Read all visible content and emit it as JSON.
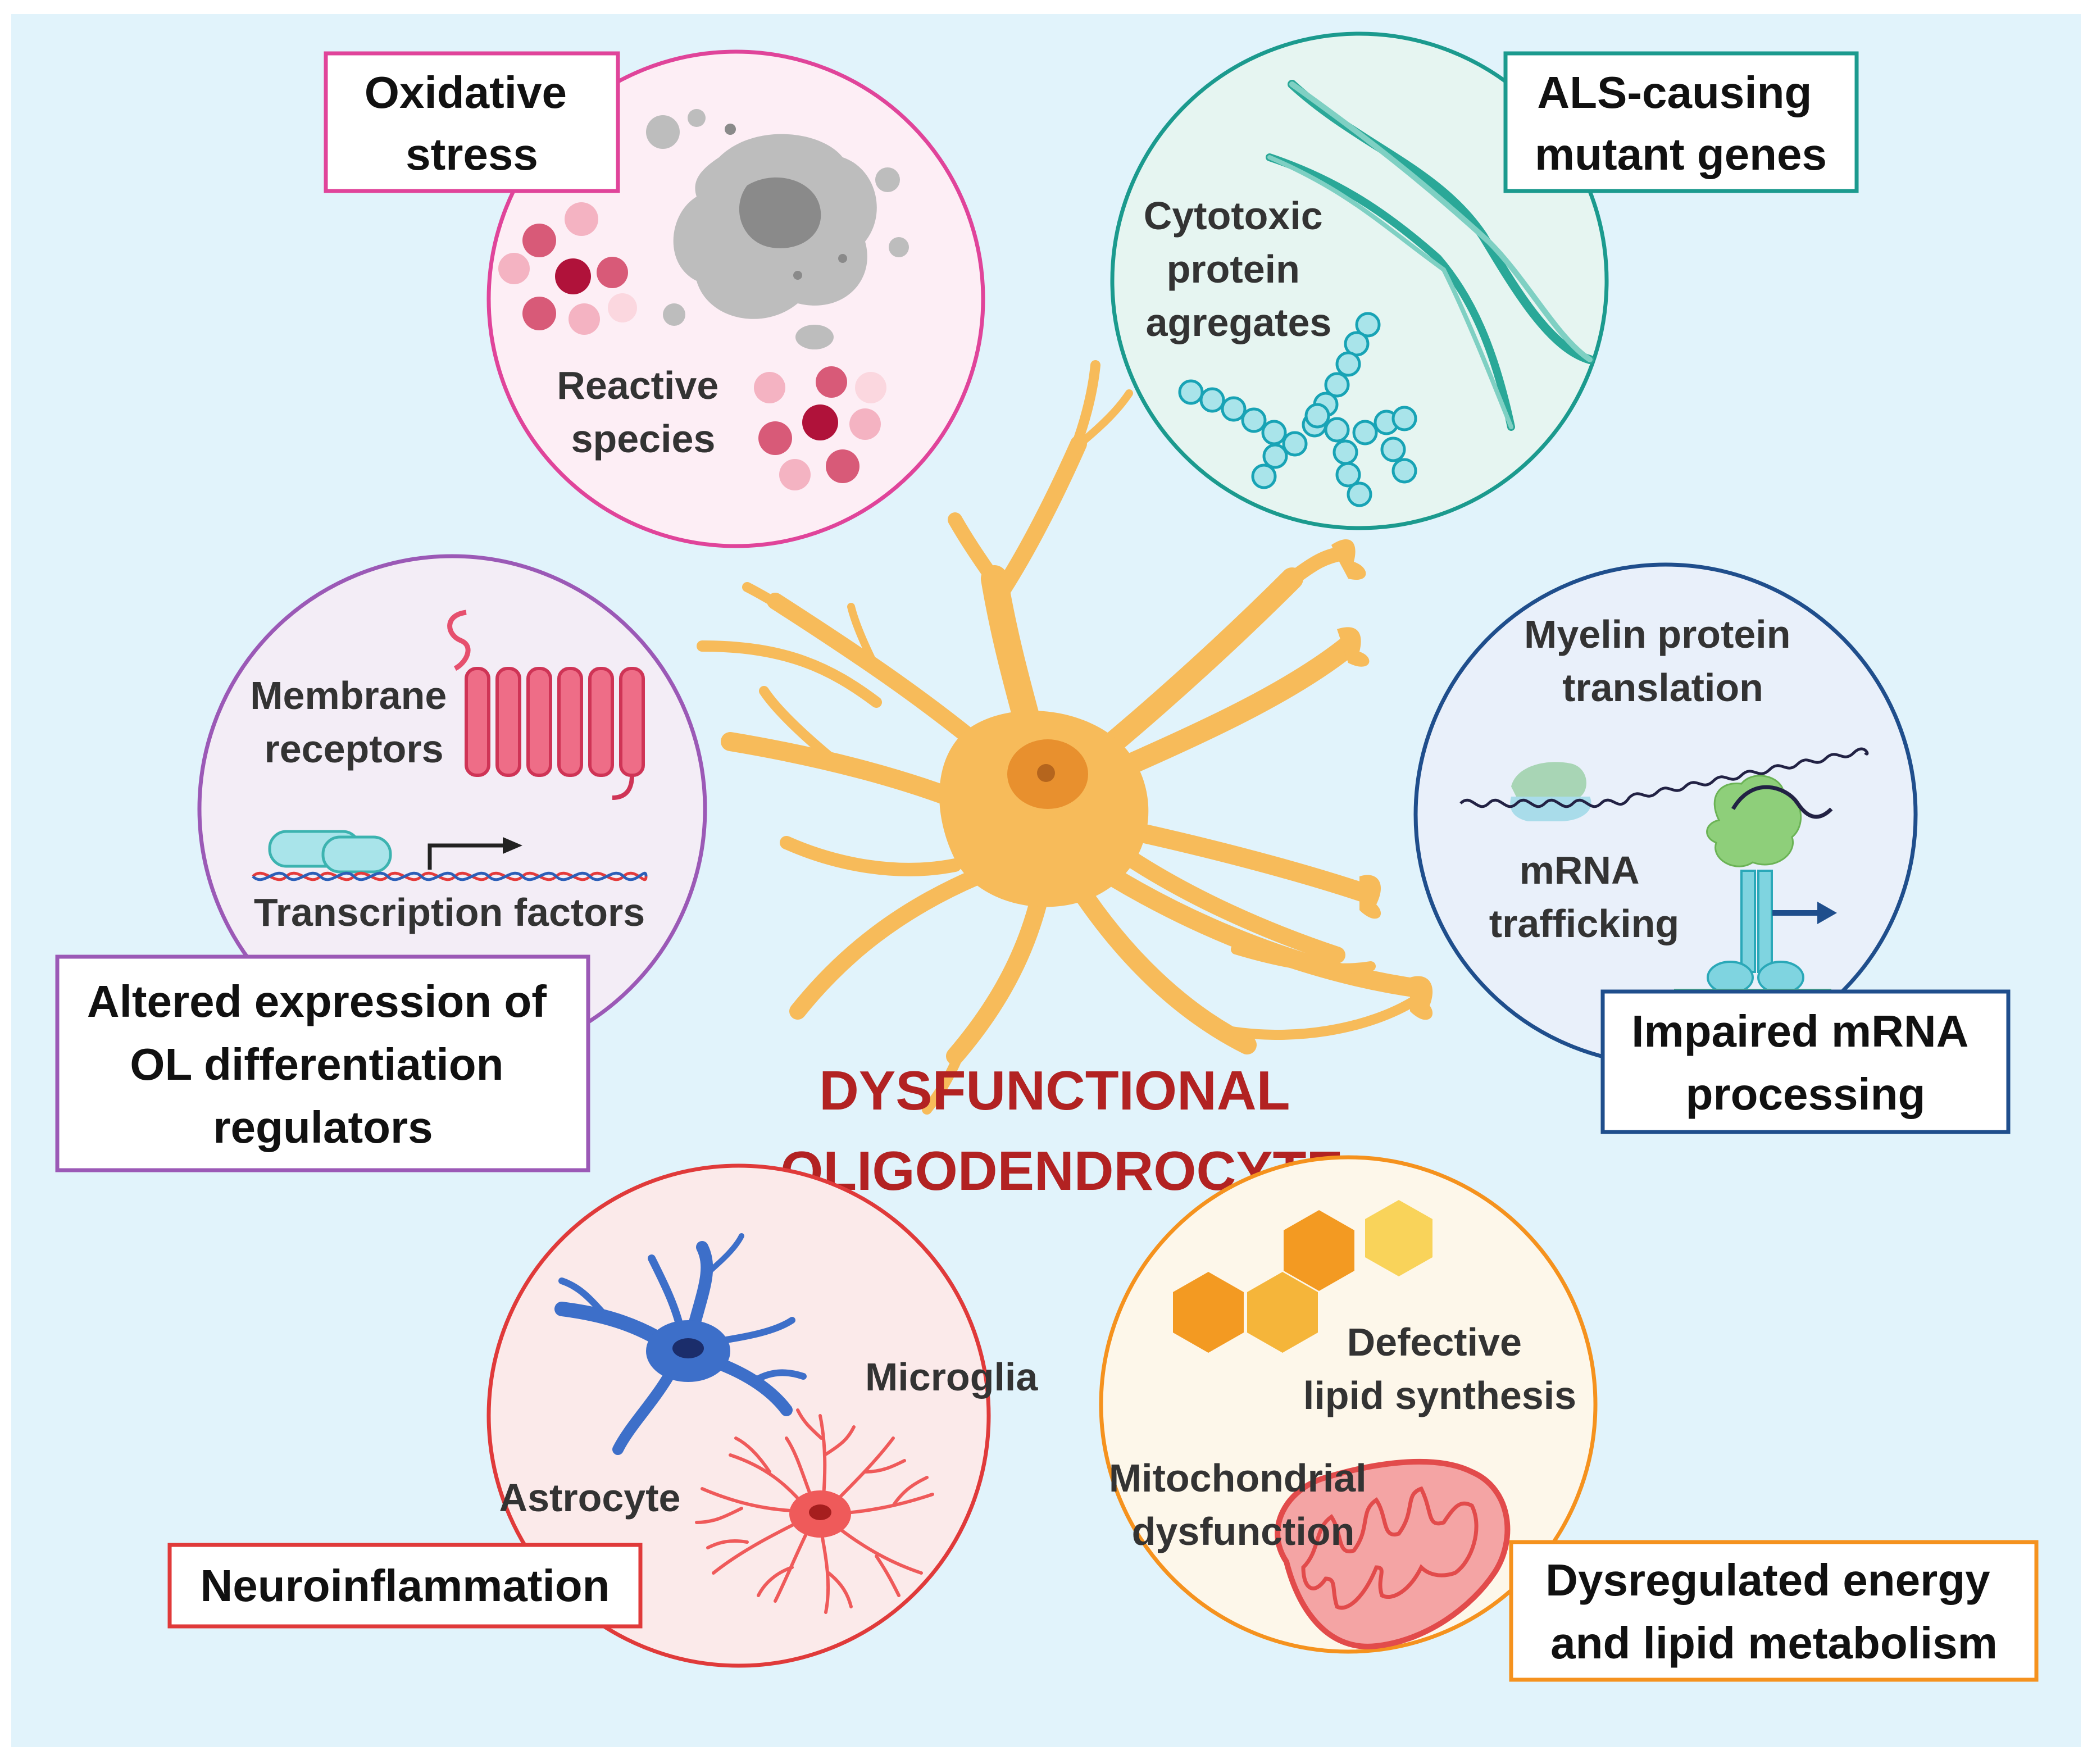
{
  "title": {
    "line1": "DYSFUNCTIONAL",
    "line2": "OLIGODENDROCYTE"
  },
  "colors": {
    "background": "#e1f3fb",
    "oxidative": "#e0449a",
    "als": "#1b9a8e",
    "receptors": "#9b59b6",
    "mrna": "#1f4e8c",
    "neuroinflammation": "#e03a3a",
    "metabolism": "#f5921e",
    "cell": "#f7bb5a",
    "title": "#b22222"
  },
  "panels": {
    "oxidative": {
      "box_line1": "Oxidative",
      "box_line2": "stress",
      "label_line1": "Reactive",
      "label_line2": "species"
    },
    "als": {
      "box_line1": "ALS-causing",
      "box_line2": "mutant genes",
      "label_line1": "Cytotoxic",
      "label_line2": "protein",
      "label_line3": "agregates"
    },
    "receptors": {
      "box_line1": "Altered expression of",
      "box_line2": "OL differentiation",
      "box_line3": "regulators",
      "membrane_line1": "Membrane",
      "membrane_line2": "receptors",
      "transcription": "Transcription factors"
    },
    "mrna": {
      "box_line1": "Impaired mRNA",
      "box_line2": "processing",
      "myelin_line1": "Myelin protein",
      "myelin_line2": "translation",
      "trafficking_line1": "mRNA",
      "trafficking_line2": "trafficking"
    },
    "neuroinflammation": {
      "box_line1": "Neuroinflammation",
      "microglia": "Microglia",
      "astrocyte": "Astrocyte"
    },
    "metabolism": {
      "box_line1": "Dysregulated energy",
      "box_line2": "and lipid metabolism",
      "lipid_line1": "Defective",
      "lipid_line2": "lipid synthesis",
      "mito_line1": "Mitochondrial",
      "mito_line2": "dysfunction"
    }
  }
}
